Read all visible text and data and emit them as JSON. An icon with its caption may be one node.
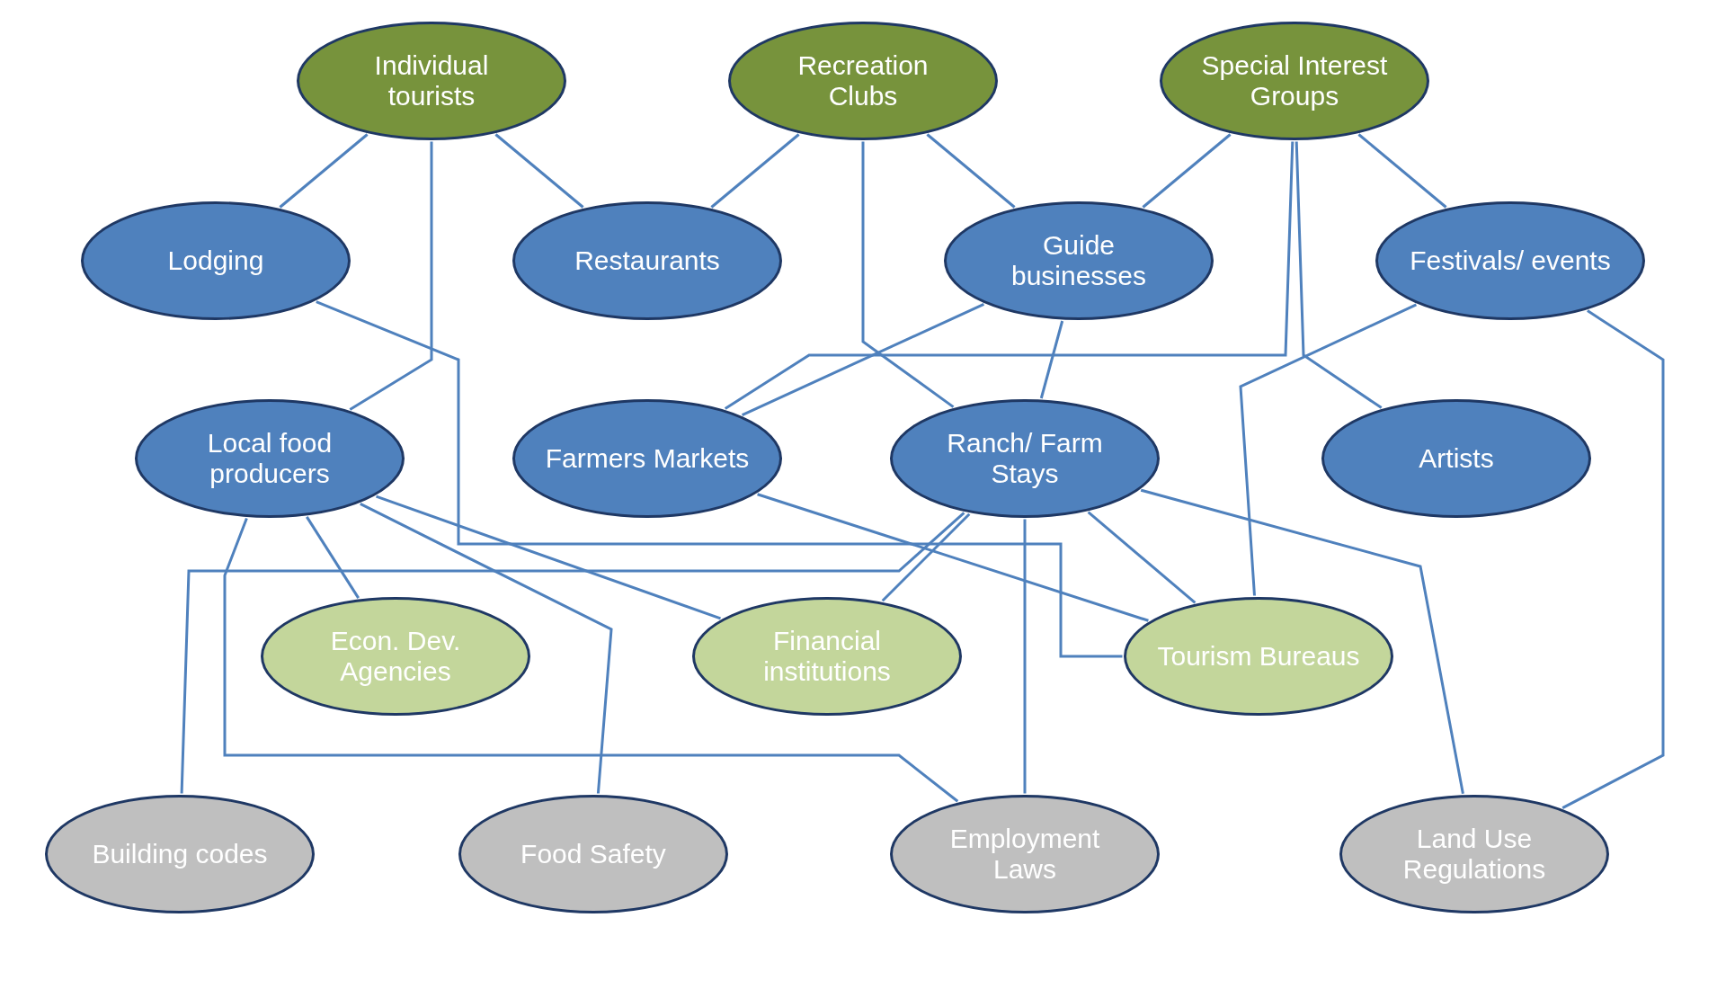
{
  "diagram": {
    "nodes": [
      {
        "text": [
          "Individual tourists"
        ]
      },
      {
        "text": [
          "Recreation Clubs"
        ]
      },
      {
        "text": [
          "Special Interest Groups"
        ]
      },
      {
        "text": [
          "Lodging"
        ]
      },
      {
        "text": [
          "Restaurants"
        ]
      },
      {
        "text": [
          "Guide businesses"
        ]
      },
      {
        "text": [
          "Festivals/ events"
        ]
      },
      {
        "text": [
          "Local food producers"
        ]
      },
      {
        "text": [
          "Farmers Markets"
        ]
      },
      {
        "text": [
          "Ranch/ Farm Stays"
        ]
      },
      {
        "text": [
          "Artists"
        ]
      },
      {
        "text": [
          "Econ. Dev. Agencies"
        ]
      },
      {
        "text": [
          "Financial institutions"
        ]
      },
      {
        "text": [
          "Tourism Bureaus"
        ]
      },
      {
        "text": [
          "Building codes"
        ]
      },
      {
        "text": [
          "Food Safety"
        ]
      },
      {
        "text": [
          "Employment Laws"
        ]
      },
      {
        "text": [
          "Land Use Regulations"
        ]
      }
    ],
    "edges": [
      {
        "from": 0,
        "to": 3,
        "arrow": "none"
      },
      {
        "from": 0,
        "to": 7,
        "arrow": "none"
      },
      {
        "from": 0,
        "to": 4,
        "arrow": "none"
      },
      {
        "from": 1,
        "to": 4,
        "arrow": "none"
      },
      {
        "from": 1,
        "to": 5,
        "arrow": "none"
      },
      {
        "from": 1,
        "to": 9,
        "arrow": "none"
      },
      {
        "from": 2,
        "to": 5,
        "arrow": "none"
      },
      {
        "from": 2,
        "to": 8,
        "arrow": "none"
      },
      {
        "from": 2,
        "to": 10,
        "arrow": "none"
      },
      {
        "from": 2,
        "to": 6,
        "arrow": "none"
      },
      {
        "from": 3,
        "to": 13,
        "arrow": "none"
      },
      {
        "from": 5,
        "to": 8,
        "arrow": "none"
      },
      {
        "from": 5,
        "to": 9,
        "arrow": "none"
      },
      {
        "from": 6,
        "to": 13,
        "arrow": "none"
      },
      {
        "from": 6,
        "to": 17,
        "arrow": "none"
      },
      {
        "from": 7,
        "to": 12,
        "arrow": "none"
      },
      {
        "from": 7,
        "to": 11,
        "arrow": "none"
      },
      {
        "from": 7,
        "to": 15,
        "arrow": "none"
      },
      {
        "from": 7,
        "to": 16,
        "arrow": "none"
      },
      {
        "from": 8,
        "to": 13,
        "arrow": "none"
      },
      {
        "from": 9,
        "to": 12,
        "arrow": "none"
      },
      {
        "from": 9,
        "to": 14,
        "arrow": "none"
      },
      {
        "from": 9,
        "to": 16,
        "arrow": "none"
      },
      {
        "from": 9,
        "to": 13,
        "arrow": "none"
      },
      {
        "from": 9,
        "to": 17,
        "arrow": "none"
      }
    ]
  }
}
